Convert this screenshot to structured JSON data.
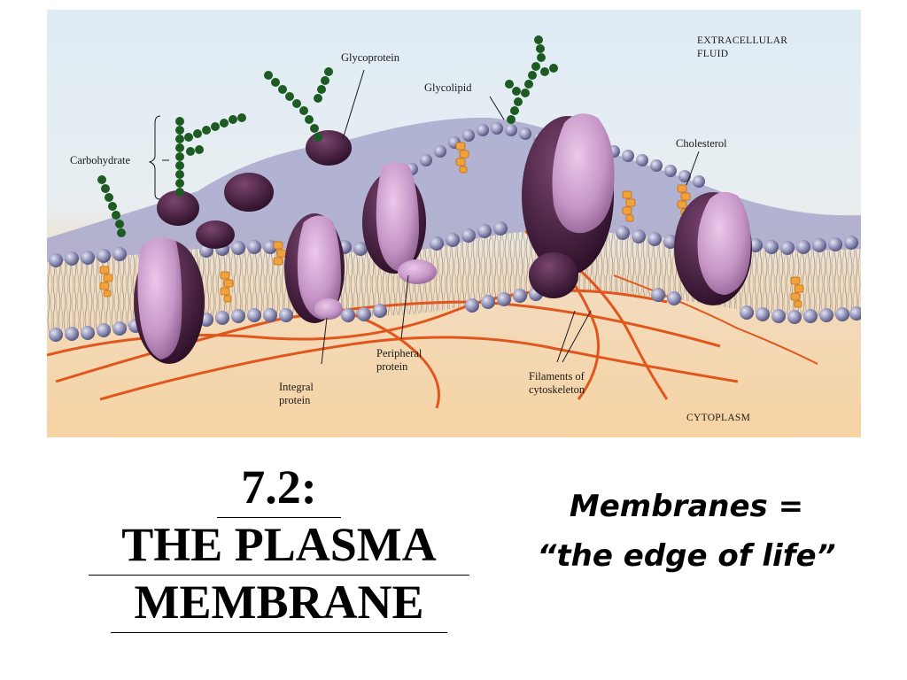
{
  "figure": {
    "labels": {
      "extracellular_1": "EXTRACELLULAR",
      "extracellular_2": "FLUID",
      "glycoprotein": "Glycoprotein",
      "glycolipid": "Glycolipid",
      "carbohydrate": "Carbohydrate",
      "cholesterol": "Cholesterol",
      "peripheral_1": "Peripheral",
      "peripheral_2": "protein",
      "integral_1": "Integral",
      "integral_2": "protein",
      "filaments_1": "Filaments of",
      "filaments_2": "cytoskeleton",
      "cytoplasm": "CYTOPLASM"
    },
    "colors": {
      "top_bg": "#dceaf3",
      "bottom_bg": "#f4d2a6",
      "phospholipid_head": "#8f8fb5",
      "protein": "#c79ec9",
      "protein_dark": "#3d1536",
      "carbohydrate": "#1d5b23",
      "cholesterol": "#f2a23a",
      "filament": "#e1561c"
    }
  },
  "title": {
    "line1": "7.2:",
    "line2": "THE PLASMA",
    "line3": "MEMBRANE"
  },
  "subtitle": {
    "line1": "Membranes =",
    "line2": "“the edge of life”"
  }
}
